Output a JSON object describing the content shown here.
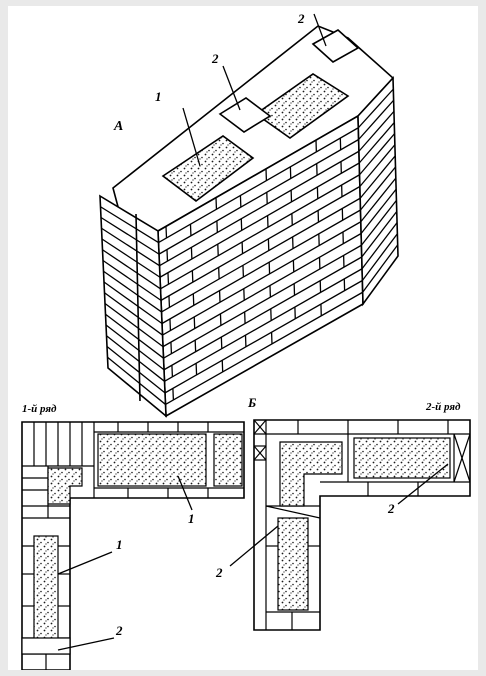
{
  "figure": {
    "label_a": "А",
    "label_b": "Б",
    "row1_label": "1-й ряд",
    "row2_label": "2-й ряд",
    "callout_1": "1",
    "callout_2": "2"
  },
  "colors": {
    "line": "#000000",
    "fill_dots": "#1a1a1a",
    "paper": "#ffffff",
    "margin": "#e9e9e9"
  }
}
